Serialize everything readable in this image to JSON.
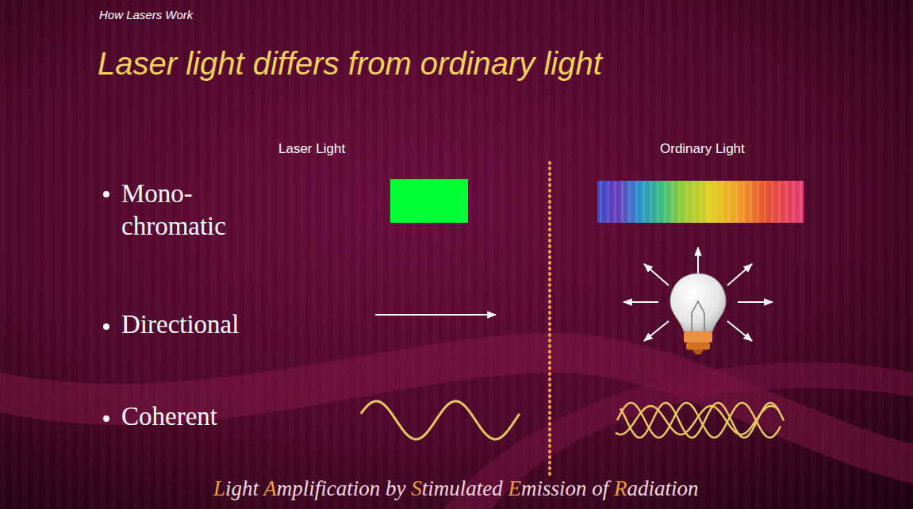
{
  "diagram": {
    "title": "Laser light differs from ordinary light",
    "caption": "Light Amplification by Stimulated Emission of Radiation",
    "labels": [
      "How Lasers Work",
      "Laser Light",
      "Ordinary Light",
      "Mono- chromatic",
      "Directional",
      "Coherent"
    ]
  }
}
